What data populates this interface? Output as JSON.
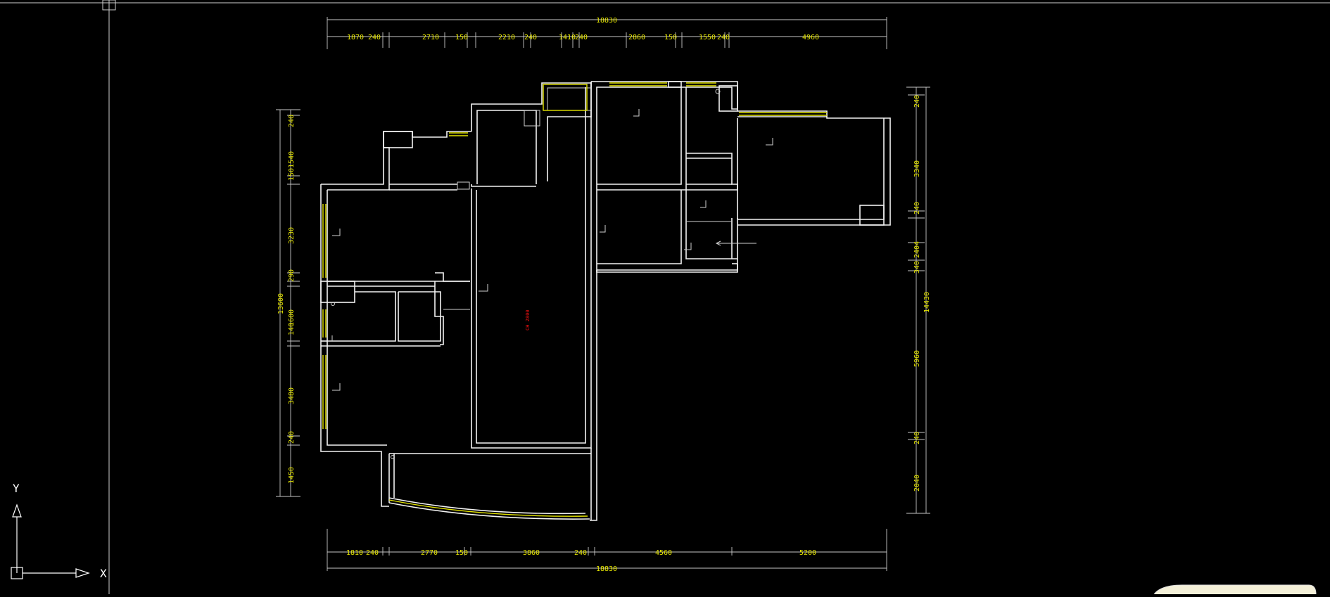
{
  "dimensions": {
    "top_total": "18830",
    "top_segments": [
      "1870",
      "240",
      "2710",
      "150",
      "2210",
      "240",
      "1410",
      "240",
      "2860",
      "150",
      "1550",
      "240",
      "4960"
    ],
    "bottom_total": "18830",
    "bottom_segments": [
      "1810",
      "240",
      "2770",
      "150",
      "3860",
      "240",
      "4560",
      "5200"
    ],
    "left_total": "13600",
    "left_segments": [
      "240",
      "150",
      "1540",
      "3230",
      "290",
      "140",
      "1600",
      "3480",
      "240",
      "1450"
    ],
    "right_total": "14430",
    "right_segments": [
      "240",
      "3340",
      "240",
      "2404",
      "340",
      "5960",
      "240",
      "2040"
    ]
  },
  "room_notes": {
    "living": "CH 2800"
  },
  "ucs": {
    "x_label": "X",
    "y_label": "Y"
  },
  "colors": {
    "background": "#000000",
    "walls": "#f2f2f2",
    "windows": "#e6e600",
    "dimension_text": "#e6e600",
    "annotations": "#e11111"
  }
}
